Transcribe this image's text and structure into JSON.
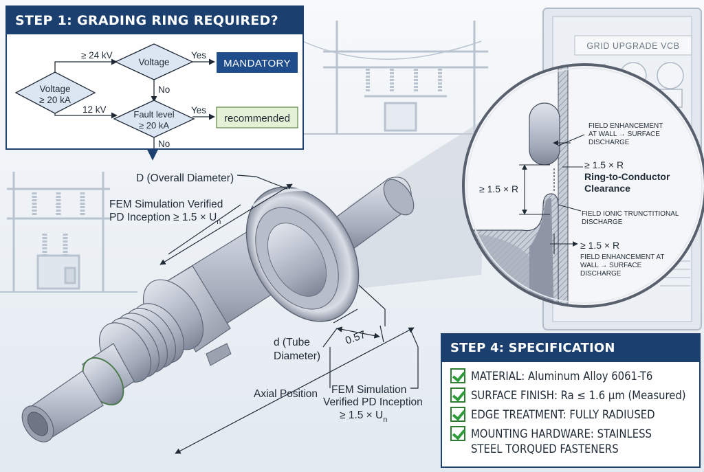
{
  "step1": {
    "title": "STEP 1: GRADING RING REQUIRED?",
    "start_node": [
      "Voltage",
      "≥ 20 kA"
    ],
    "branch_high": "≥ 24 kV",
    "branch_low": "12 kV",
    "voltage_node": "Voltage",
    "fault_node": [
      "Fault level",
      "≥ 20 kA"
    ],
    "yes": "Yes",
    "no": "No",
    "mandatory": "MANDATORY",
    "recommended": "recommended"
  },
  "switchgear_label": "GRID UPGRADE VCB",
  "tube_labels": {
    "overall_diameter": "D (Overall Diameter)",
    "fem_top": [
      "FEM Simulation Verified",
      "PD Inception ≥ 1.5 × U",
      "n"
    ],
    "tube_diameter": [
      "d (Tube",
      "Diameter)"
    ],
    "dimension": "0.57",
    "axial_position": "Axial Position",
    "fem_bottom": [
      "FEM Simulation",
      "Verified PD Inception",
      "≥ 1.5 × U",
      "n"
    ]
  },
  "detail": {
    "field_wall_top": [
      "FIELD ENHANCEMENT",
      "AT WALL → SURFACE",
      "DISCHARGE"
    ],
    "clearance_value": "≥ 1.5 × R",
    "clearance_title": [
      "Ring-to-Conductor",
      "Clearance"
    ],
    "left_dim": "≥ 1.5 × R",
    "field_ionic": [
      "FIELD IONIC TRUNCTITIONAL",
      "DISCHARGE"
    ],
    "bottom_value": "≥ 1.5 × R",
    "field_wall_bottom": [
      "FIELD ENHANCEMENT AT",
      "WALL → SURFACE",
      "DISCHARGE"
    ]
  },
  "step4": {
    "title": "STEP 4: SPECIFICATION CERTIFICATES",
    "items": [
      [
        "MATERIAL: Aluminum Alloy 6061-T6"
      ],
      [
        "SURFACE FINISH: Ra ≤ 1.6 µm (Measured)"
      ],
      [
        "EDGE TREATMENT: FULLY RADIUSED"
      ],
      [
        "MOUNTING HARDWARE: STAINLESS",
        "STEEL TORQUED FASTENERS"
      ]
    ]
  },
  "colors": {
    "header_blue": "#1b3f6e",
    "mandatory_blue": "#1f4d8c",
    "recommended_green": "#e5f1d6",
    "check_green": "#2e9b3a",
    "diamond_fill": "#dbe6f2"
  },
  "icons": [
    "check-icon",
    "arrow-down-icon"
  ]
}
